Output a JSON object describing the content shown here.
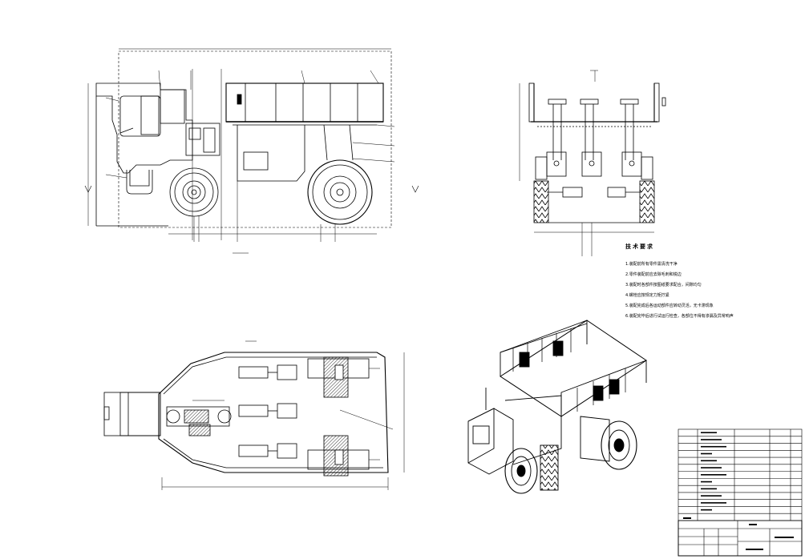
{
  "technical_requirements": {
    "title": "技术要求",
    "items": [
      "1.装配前所有零件需清洗干净",
      "2.零件装配前应去除毛刺和锐边",
      "3.装配时各部件按图纸要求配合，间隙均匀",
      "4.螺栓应按规定力矩拧紧",
      "5.装配完成后各运动部件应转动灵活，无卡滞现象",
      "6.装配完毕后进行试运行检查，各部位不得有渗漏及异常响声"
    ]
  },
  "parts_list_rows": 13,
  "colors": {
    "line": "#000000",
    "paper": "#ffffff",
    "hatch": "#000000"
  }
}
